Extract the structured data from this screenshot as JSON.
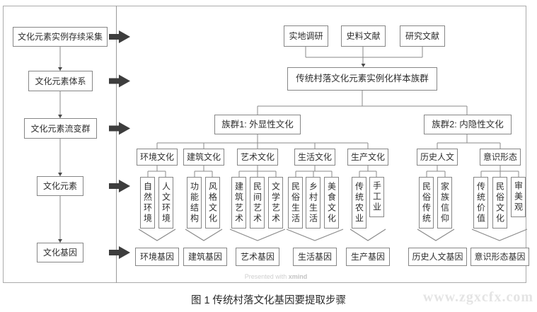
{
  "left_flow": {
    "steps": [
      {
        "label": "文化元素实例存续采集"
      },
      {
        "label": "文化元素体系"
      },
      {
        "label": "文化元素流变群"
      },
      {
        "label": "文化元素"
      },
      {
        "label": "文化基因"
      }
    ]
  },
  "sources": [
    "实地调研",
    "史料文献",
    "研究文献"
  ],
  "root": "传统村落文化元素实例化样本族群",
  "clusters": [
    {
      "label": "族群1: 外显性文化"
    },
    {
      "label": "族群2: 内隐性文化"
    }
  ],
  "groups": [
    {
      "category": "环境文化",
      "children": [
        "自然环境",
        "人文环境"
      ],
      "gene": "环境基因"
    },
    {
      "category": "建筑文化",
      "children": [
        "功能结构",
        "风格文化"
      ],
      "gene": "建筑基因"
    },
    {
      "category": "艺术文化",
      "children": [
        "建筑艺术",
        "民间艺术",
        "文学艺术"
      ],
      "gene": "艺术基因"
    },
    {
      "category": "生活文化",
      "children": [
        "民俗生活",
        "乡村生活",
        "美食文化"
      ],
      "gene": "生活基因"
    },
    {
      "category": "生产文化",
      "children": [
        "传统农业",
        "手工业"
      ],
      "gene": "生产基因"
    },
    {
      "category": "历史人文",
      "children": [
        "民俗传统",
        "家族信仰"
      ],
      "gene": "历史人文基因"
    },
    {
      "category": "意识形态",
      "children": [
        "传统价值",
        "民俗文化",
        "审美观"
      ],
      "gene": "意识形态基因"
    }
  ],
  "caption": "图 1 传统村落文化基因要提取步骤",
  "watermarks": {
    "tool_prefix": "Presented with ",
    "tool_name": "xmind",
    "site": "www.zgxcfx.com"
  },
  "colors": {
    "box_border": "#868686",
    "connector_line": "#8a8a8a",
    "flow_arrow": "#3d3d3d",
    "frame_border": "#ababab",
    "text": "#2e2e2e",
    "watermark_tool": "#cfcfcf",
    "watermark_site": "#e4e4e4"
  }
}
